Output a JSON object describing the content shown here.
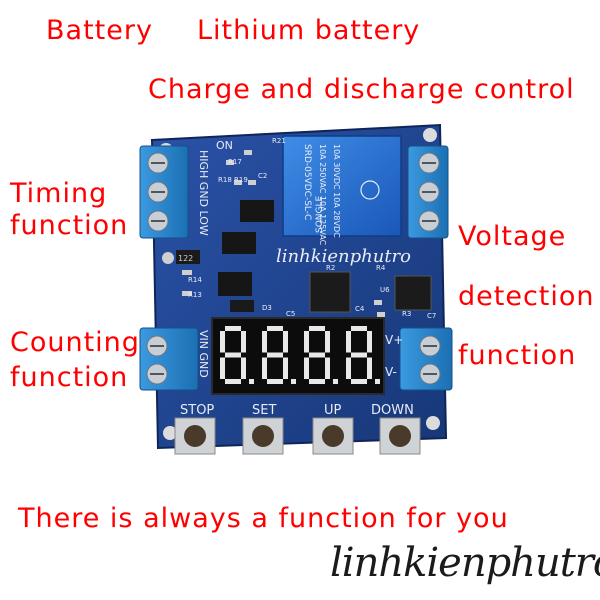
{
  "captions": {
    "battery": "Battery",
    "lithium": "Lithium battery",
    "charge": "Charge and discharge control",
    "timing": "Timing",
    "timing_fn": "function",
    "voltage": "Voltage",
    "detection": "detection",
    "counting": "Counting",
    "counting_fn": "function",
    "voltage_fn": "function",
    "always": "There is always a function for you"
  },
  "watermark": "linhkienphutro",
  "signature": "linhkienphutro",
  "board": {
    "pins_top": "HIGH GND LOW",
    "pins_left": "VIN GND",
    "v_plus": "V+",
    "v_minus": "V-",
    "on_label": "ON",
    "ic_label": "122",
    "relay_lines": [
      "SRD-05VDC-SL-C",
      "10A 250VAC 10A 125VAC",
      "10A 30VDC 10A 28VDC"
    ],
    "relay_brand": "SONGLE",
    "display": "8.8.8.8.",
    "buttons": [
      "STOP",
      "SET",
      "UP",
      "DOWN"
    ],
    "components": [
      "R21",
      "R17",
      "R18",
      "R19",
      "C2",
      "R14",
      "R13",
      "R2",
      "R4",
      "U6",
      "C4",
      "C5",
      "D3",
      "C7",
      "R3"
    ]
  },
  "colors": {
    "caption": "#ff0000",
    "pcb": "#1d3f8f",
    "terminal": "#2e86c9",
    "display_segments": "#e8e8e8"
  }
}
